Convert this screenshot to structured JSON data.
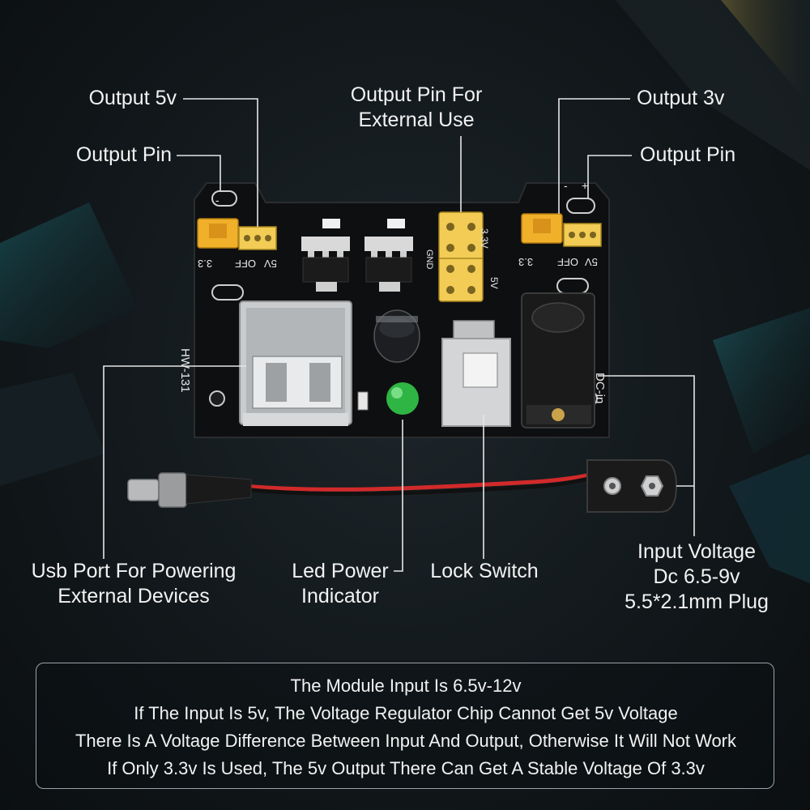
{
  "labels": {
    "output_5v": "Output 5v",
    "output_pin_left": "Output Pin",
    "output_external": [
      "Output Pin For",
      "External Use"
    ],
    "output_3v": "Output 3v",
    "output_pin_right": "Output Pin",
    "usb_port": [
      "Usb Port For Powering",
      "External Devices"
    ],
    "led_power": [
      "Led Power",
      "Indicator"
    ],
    "lock_switch": "Lock Switch",
    "input_voltage": [
      "Input Voltage",
      "Dc 6.5-9v",
      "5.5*2.1mm Plug"
    ]
  },
  "board_marks": {
    "model": "HW-131",
    "dc_in": "DC-in",
    "left_jumper": [
      "3.3",
      "OFF",
      "5V"
    ],
    "right_jumper": [
      "3.3",
      "OFF",
      "5V"
    ],
    "rail_33": "3.3V",
    "rail_gnd": "GND",
    "rail_5v": "5V",
    "minus": "-",
    "plus": "+"
  },
  "notes": [
    "The Module Input Is 6.5v-12v",
    "If The Input Is 5v, The Voltage Regulator Chip Cannot Get 5v Voltage",
    "There Is A Voltage Difference Between Input And Output, Otherwise It Will Not Work",
    "If Only 3.3v Is Used, The 5v Output There Can Get A Stable Voltage Of 3.3v"
  ],
  "colors": {
    "background": "#12181b",
    "board": "#0d0d0d",
    "header_yellow": "#f0c23c",
    "jumper": "#e8a81e",
    "led": "#3ec84a",
    "line": "#e6e6e6"
  }
}
